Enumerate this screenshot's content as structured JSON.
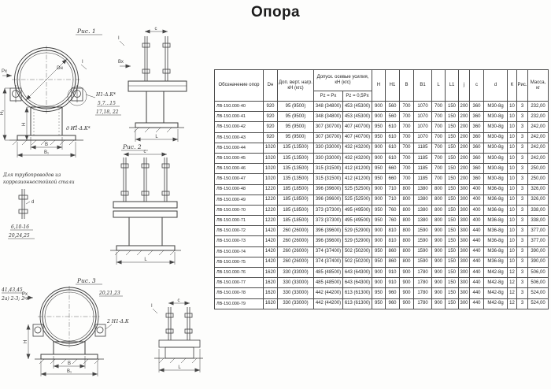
{
  "title": "Опора",
  "drawing": {
    "fig1_label": "Рис. 1",
    "fig2_label": "Рис. 2",
    "fig3_label": "Рис. 3",
    "dims": {
      "dn": "Dн",
      "b": "В",
      "b1": "В₁",
      "h": "Н",
      "h1": "Н₁",
      "l": "L",
      "c": "с",
      "px": "Рх",
      "bx": "Вх",
      "section": "І",
      "d": "d"
    },
    "fig1_notes": {
      "ref": "Н1-Δ.К*",
      "items1": "5,7...15",
      "items2": "17,18, 22",
      "bolt": "д Н1-Δ.К*"
    },
    "corrosion_note": {
      "line1": "Для трубопроводов из",
      "line2": "коррозионностойкой стали",
      "items1": "6,10-16",
      "items2": "20,24,25"
    },
    "fig3_notes": {
      "ref1": "41,43,45",
      "ref2": "2а) 2-3; 2-к",
      "ref3": "20,21,23",
      "bolt": "2 Н1-Δ.К"
    }
  },
  "table": {
    "headers": {
      "designation": "Обозначение опор",
      "dn": "Dн",
      "vertical_load": "Доп. верт. нагр. кН (кгс)",
      "axial_forces": "Допуск. осевые усилия, кН (кгс)",
      "axial_a": "Рz = Рх",
      "axial_b": "Рz = 0,5Рх",
      "h": "Н",
      "h1": "Н1",
      "b": "В",
      "b1": "В1",
      "l": "L",
      "l1": "L1",
      "j": "j",
      "c": "с",
      "d": "d",
      "k": "К",
      "fig": "Рис.",
      "mass": "Масса, кг"
    },
    "rows": [
      [
        "ЛВ-150.000-40",
        "920",
        "95 (9500)",
        "348 (34800)",
        "453 (45300)",
        "900",
        "560",
        "700",
        "1070",
        "700",
        "150",
        "200",
        "360",
        "М30-8g",
        "10",
        "3",
        "232,00"
      ],
      [
        "ЛВ-150.000-41",
        "920",
        "95 (9500)",
        "348 (34800)",
        "453 (45300)",
        "900",
        "560",
        "700",
        "1070",
        "700",
        "150",
        "200",
        "360",
        "М30-8g",
        "10",
        "3",
        "232,00"
      ],
      [
        "ЛВ-150.000-42",
        "920",
        "95 (9500)",
        "307 (30700)",
        "407 (40700)",
        "950",
        "610",
        "700",
        "1070",
        "700",
        "150",
        "200",
        "360",
        "М30-8g",
        "10",
        "3",
        "242,00"
      ],
      [
        "ЛВ-150.000-43",
        "920",
        "95 (9500)",
        "307 (30700)",
        "407 (40700)",
        "950",
        "610",
        "700",
        "1070",
        "700",
        "150",
        "200",
        "360",
        "М30-8g",
        "10",
        "3",
        "242,00"
      ],
      [
        "ЛВ-150.000-44",
        "1020",
        "135 (13500)",
        "330 (33000)",
        "432 (43200)",
        "900",
        "610",
        "700",
        "1185",
        "700",
        "150",
        "200",
        "360",
        "М30-8g",
        "10",
        "3",
        "242,00"
      ],
      [
        "ЛВ-150.000-45",
        "1020",
        "135 (13500)",
        "330 (33000)",
        "432 (43200)",
        "900",
        "610",
        "700",
        "1185",
        "700",
        "150",
        "200",
        "360",
        "М30-8g",
        "10",
        "3",
        "242,00"
      ],
      [
        "ЛВ-150.000-46",
        "1020",
        "135 (13500)",
        "315 (31500)",
        "412 (41200)",
        "950",
        "660",
        "700",
        "1185",
        "700",
        "150",
        "200",
        "360",
        "М30-8g",
        "10",
        "3",
        "250,00"
      ],
      [
        "ЛВ-150.000-47",
        "1020",
        "135 (13500)",
        "315 (31500)",
        "412 (41200)",
        "950",
        "660",
        "700",
        "1185",
        "700",
        "150",
        "200",
        "360",
        "М30-8g",
        "10",
        "3",
        "250,00"
      ],
      [
        "ЛВ-150.000-48",
        "1220",
        "185 (18500)",
        "396 (39600)",
        "525 (52500)",
        "900",
        "710",
        "800",
        "1380",
        "800",
        "150",
        "300",
        "400",
        "М36-8g",
        "10",
        "3",
        "326,00"
      ],
      [
        "ЛВ-150.000-49",
        "1220",
        "185 (18500)",
        "396 (39600)",
        "525 (52500)",
        "900",
        "710",
        "800",
        "1380",
        "800",
        "150",
        "300",
        "400",
        "М36-8g",
        "10",
        "3",
        "326,00"
      ],
      [
        "ЛВ-150.000-70",
        "1220",
        "185 (18500)",
        "373 (37300)",
        "495 (49500)",
        "950",
        "760",
        "800",
        "1380",
        "800",
        "150",
        "300",
        "400",
        "М36-8g",
        "10",
        "3",
        "338,00"
      ],
      [
        "ЛВ-150.000-71",
        "1220",
        "185 (18500)",
        "373 (37300)",
        "495 (49500)",
        "950",
        "760",
        "800",
        "1380",
        "800",
        "150",
        "300",
        "400",
        "М36-8g",
        "10",
        "3",
        "338,00"
      ],
      [
        "ЛВ-150.000-72",
        "1420",
        "260 (26000)",
        "396 (39600)",
        "529 (52900)",
        "900",
        "810",
        "800",
        "1590",
        "900",
        "150",
        "300",
        "440",
        "М36-8g",
        "10",
        "3",
        "377,00"
      ],
      [
        "ЛВ-150.000-73",
        "1420",
        "260 (26000)",
        "396 (39600)",
        "529 (52900)",
        "900",
        "810",
        "800",
        "1590",
        "900",
        "150",
        "300",
        "440",
        "М36-8g",
        "10",
        "3",
        "377,00"
      ],
      [
        "ЛВ-150.000-74",
        "1420",
        "260 (26000)",
        "374 (37400)",
        "502 (50200)",
        "950",
        "860",
        "800",
        "1590",
        "900",
        "150",
        "300",
        "440",
        "М36-8g",
        "10",
        "3",
        "390,00"
      ],
      [
        "ЛВ-150.000-75",
        "1420",
        "260 (26000)",
        "374 (37400)",
        "502 (50200)",
        "950",
        "860",
        "800",
        "1590",
        "900",
        "150",
        "300",
        "440",
        "М36-8g",
        "10",
        "3",
        "390,00"
      ],
      [
        "ЛВ-150.000-76",
        "1620",
        "330 (33000)",
        "485 (48500)",
        "643 (64300)",
        "900",
        "910",
        "900",
        "1780",
        "900",
        "150",
        "300",
        "440",
        "М42-8g",
        "12",
        "3",
        "506,00"
      ],
      [
        "ЛВ-150.000-77",
        "1620",
        "330 (33000)",
        "485 (48500)",
        "643 (64300)",
        "900",
        "910",
        "900",
        "1780",
        "900",
        "150",
        "300",
        "440",
        "М42-8g",
        "12",
        "3",
        "506,00"
      ],
      [
        "ЛВ-150.000-78",
        "1620",
        "330 (33000)",
        "442 (44200)",
        "613 (61300)",
        "950",
        "960",
        "900",
        "1780",
        "900",
        "150",
        "300",
        "440",
        "М42-8g",
        "12",
        "3",
        "524,00"
      ],
      [
        "ЛВ-150.000-79",
        "1620",
        "330 (33000)",
        "442 (44200)",
        "613 (61300)",
        "950",
        "960",
        "900",
        "1780",
        "900",
        "150",
        "300",
        "440",
        "М42-8g",
        "12",
        "3",
        "524,00"
      ]
    ]
  }
}
